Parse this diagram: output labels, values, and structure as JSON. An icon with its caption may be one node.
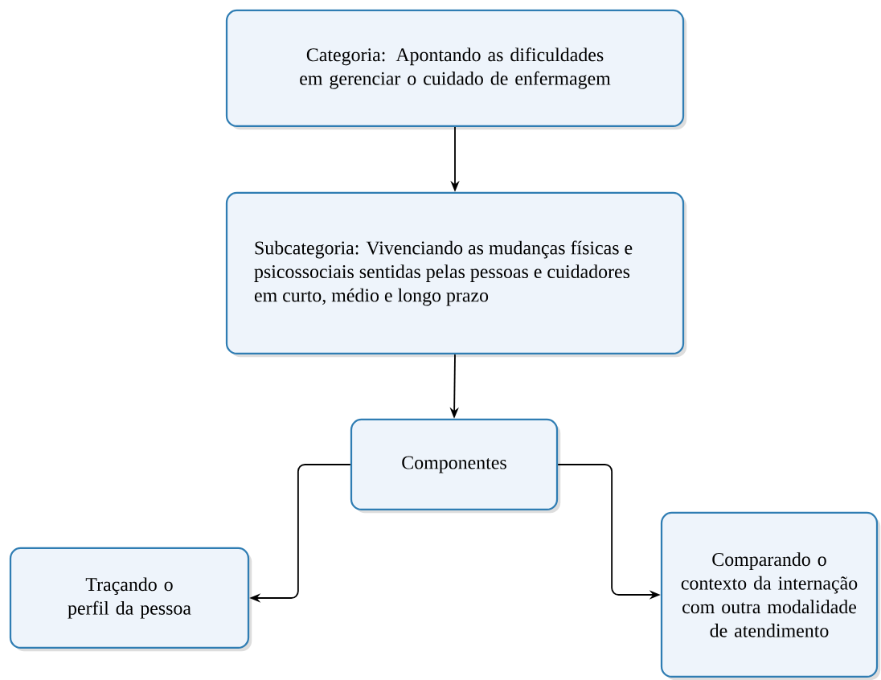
{
  "diagram": {
    "nodes": [
      {
        "text": [
          "Categoria: Apontando as dificuldades em gerenciar o cuidado de enfermagem"
        ]
      },
      {
        "text": [
          "Subcategoria: Vivenciando as mudanças físicas e psicossociais sentidas pelas pessoas e cuidadores em curto, médio e longo prazo"
        ]
      },
      {
        "text": [
          "Componentes"
        ]
      },
      {
        "text": [
          "Traçando o perfil da pessoa"
        ]
      },
      {
        "text": [
          "Comparando o contexto da internação com outra modalidade de atendimento"
        ]
      }
    ],
    "edges": [
      {
        "from": 0,
        "to": 1,
        "arrow": "to"
      },
      {
        "from": 1,
        "to": 2,
        "arrow": "to"
      },
      {
        "from": 2,
        "to": 3,
        "arrow": "to"
      },
      {
        "from": 2,
        "to": 4,
        "arrow": "to"
      }
    ]
  }
}
